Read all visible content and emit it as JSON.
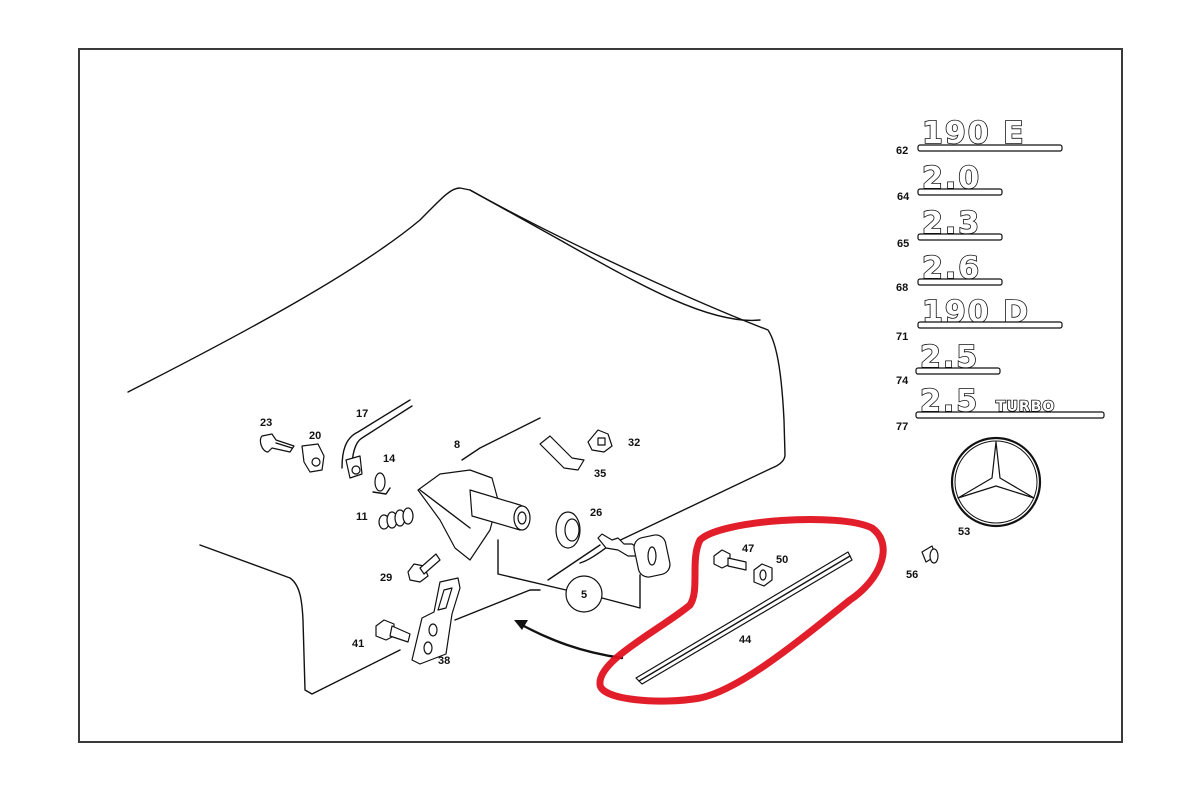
{
  "diagram": {
    "title": "Trunk lid lock, emblems and trim strip",
    "callout_circle": "5",
    "part_labels": {
      "p23": "23",
      "p20": "20",
      "p17": "17",
      "p14": "14",
      "p11": "11",
      "p8": "8",
      "p35": "35",
      "p32": "32",
      "p26": "26",
      "p29": "29",
      "p41": "41",
      "p38": "38",
      "p47": "47",
      "p50": "50",
      "p44": "44",
      "p53": "53",
      "p56": "56",
      "p62": "62",
      "p64": "64",
      "p65": "65",
      "p68": "68",
      "p71": "71",
      "p74": "74",
      "p77": "77"
    },
    "badges": [
      {
        "part": "62",
        "text": "190 E"
      },
      {
        "part": "64",
        "text": "2.0"
      },
      {
        "part": "65",
        "text": "2.3"
      },
      {
        "part": "68",
        "text": "2.6"
      },
      {
        "part": "71",
        "text": "190 D"
      },
      {
        "part": "74",
        "text": "2.5"
      },
      {
        "part": "77",
        "text": "2.5",
        "suffix": "TURBO"
      }
    ],
    "highlighted_part": "44",
    "highlight_color": "#e0121f",
    "line_color": "#111111",
    "frame_color": "#3a3a3a"
  }
}
